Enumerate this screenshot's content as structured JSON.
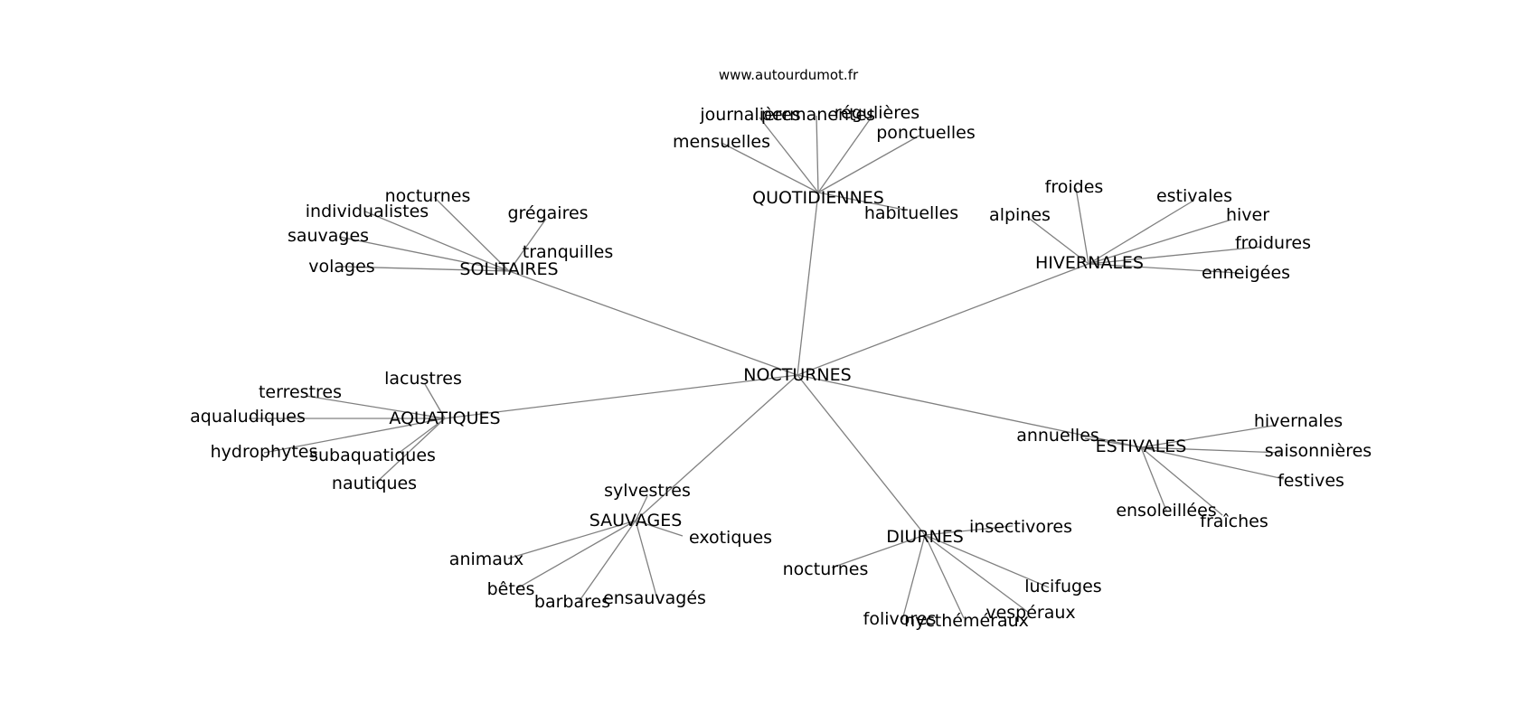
{
  "watermark": "www.autourdumot.fr",
  "root": "NOCTURNES",
  "clusters": [
    {
      "label": "QUOTIDIENNES",
      "words": [
        "journalières",
        "permanentes",
        "régulières",
        "ponctuelles",
        "mensuelles",
        "habituelles"
      ]
    },
    {
      "label": "SOLITAIRES",
      "words": [
        "nocturnes",
        "individualistes",
        "grégaires",
        "sauvages",
        "tranquilles",
        "volages"
      ]
    },
    {
      "label": "HIVERNALES",
      "words": [
        "froides",
        "estivales",
        "alpines",
        "hiver",
        "froidures",
        "enneigées"
      ]
    },
    {
      "label": "AQUATIQUES",
      "words": [
        "lacustres",
        "terrestres",
        "aqualudiques",
        "hydrophytes",
        "subaquatiques",
        "nautiques"
      ]
    },
    {
      "label": "ESTIVALES",
      "words": [
        "hivernales",
        "annuelles",
        "saisonnières",
        "festives",
        "ensoleillées",
        "fraîches"
      ]
    },
    {
      "label": "SAUVAGES",
      "words": [
        "sylvestres",
        "exotiques",
        "animaux",
        "bêtes",
        "barbares",
        "ensauvagés"
      ]
    },
    {
      "label": "DIURNES",
      "words": [
        "insectivores",
        "nocturnes",
        "lucifuges",
        "vespéraux",
        "folivores",
        "nycthéméraux"
      ]
    }
  ],
  "colors": {
    "edge": "#808080",
    "text": "#000000",
    "background": "#ffffff"
  }
}
